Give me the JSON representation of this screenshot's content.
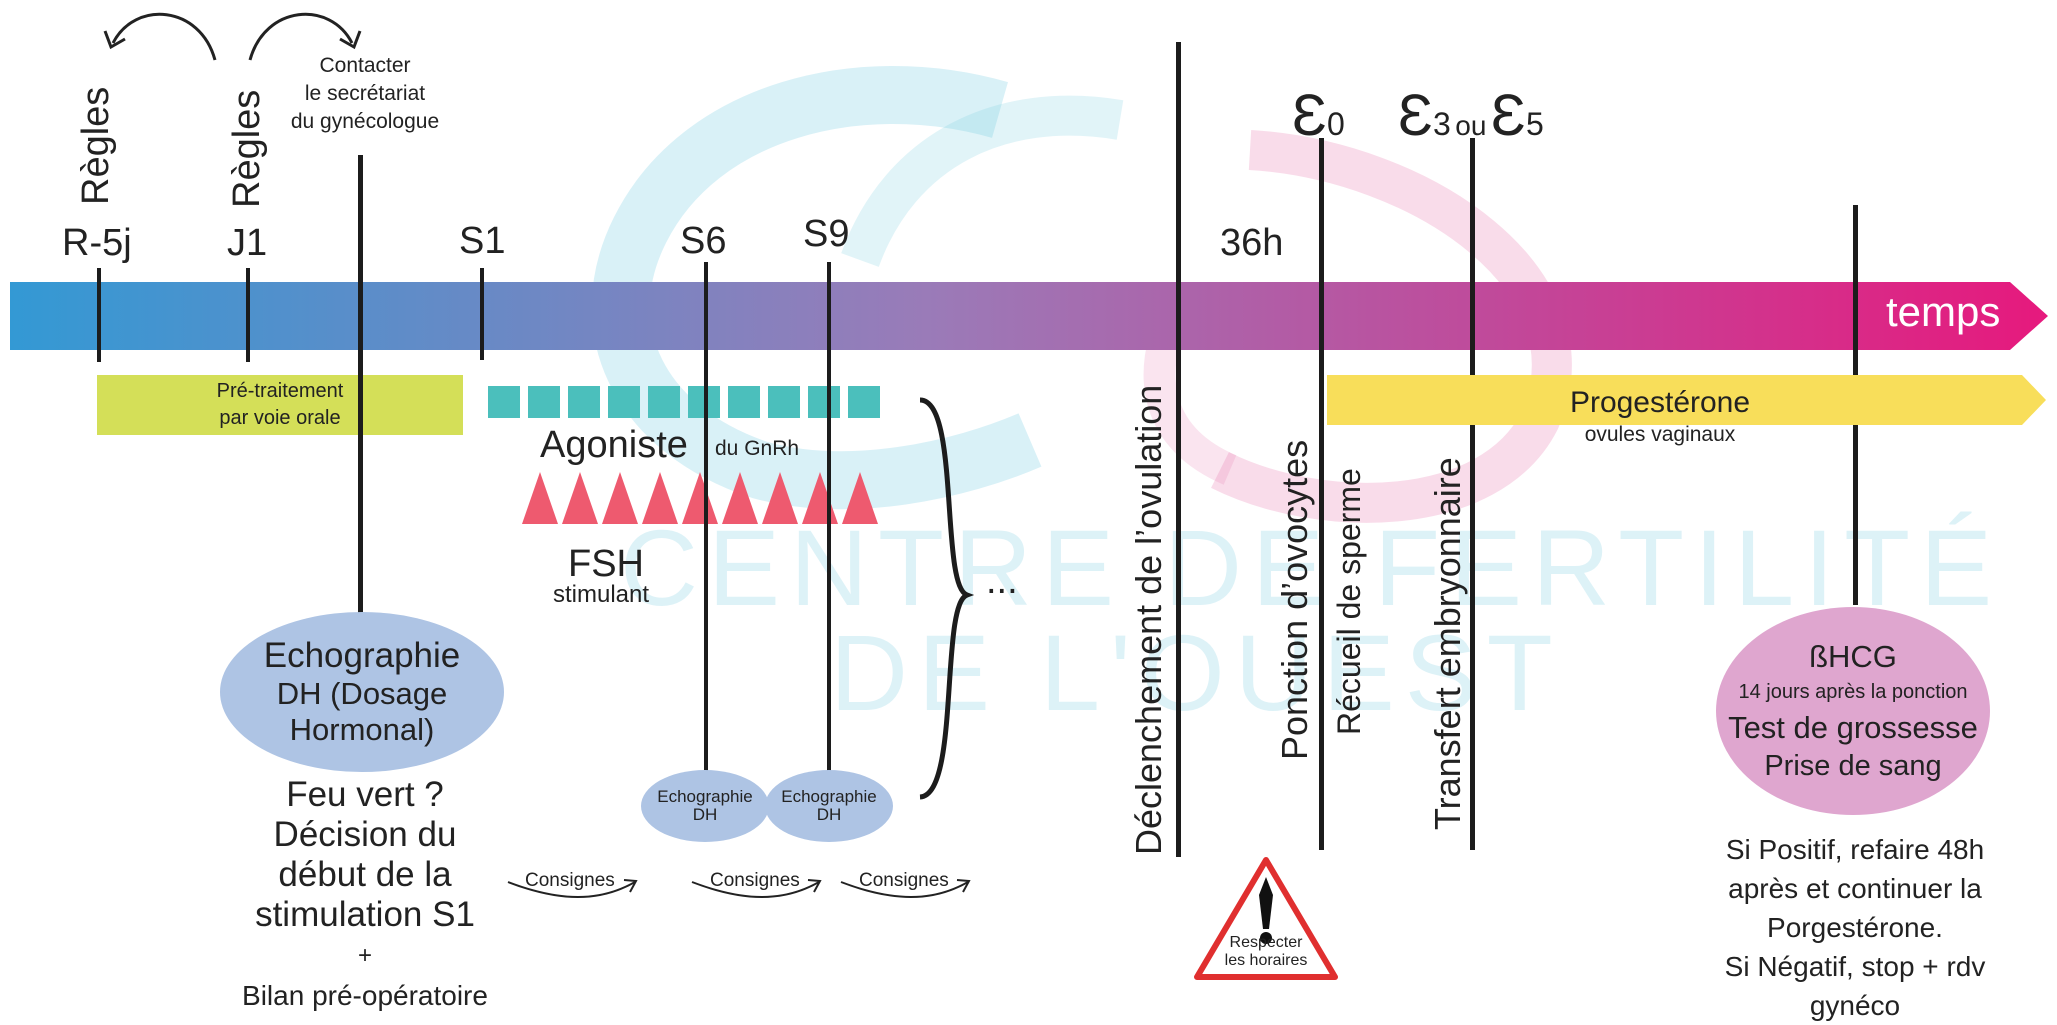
{
  "top": {
    "regles_1": "Règles",
    "regles_2": "Règles",
    "contact": [
      "Contacter",
      "le secrétariat",
      "du gynécologue"
    ]
  },
  "ticks": {
    "r5j": "R-5j",
    "j1": "J1",
    "s1": "S1",
    "s6": "S6",
    "s9": "S9",
    "h36": "36h"
  },
  "epsilon": {
    "e0_sym": "Ɛ",
    "e0_sub": "0",
    "e3_sym": "Ɛ",
    "e3_sub": "3",
    "ou": "ou",
    "e5_sym": "Ɛ",
    "e5_sub": "5"
  },
  "timeline": {
    "label": "temps",
    "color_start": "#3399d4",
    "color_mid": "#9a7bb8",
    "color_end": "#e6197d"
  },
  "pretreatment": {
    "line1": "Pré-traitement",
    "line2": "par voie orale",
    "color": "#d4df58"
  },
  "agonist": {
    "label": "Agoniste",
    "sub": "du GnRh",
    "color": "#4bbfbc"
  },
  "fsh": {
    "label": "FSH",
    "sub": "stimulant",
    "color": "#ee5a6f"
  },
  "ellipsis": "...",
  "progesterone": {
    "label": "Progestérone",
    "sub": "ovules vaginaux",
    "color": "#f8de5a"
  },
  "vertical_labels": {
    "declenchement": "Déclenchement de l’ovulation",
    "ponction": "Ponction d’ovocytes",
    "recueil": "Récueil de sperme",
    "transfert": "Transfert embryonnaire"
  },
  "echo_main": {
    "line1": "Echographie",
    "line2": "DH (Dosage",
    "line3": "Hormonal)",
    "color": "#aec4e4"
  },
  "feu_vert": [
    "Feu vert ?",
    "Décision du",
    "début de la",
    "stimulation S1"
  ],
  "plus": "+",
  "bilan": "Bilan pré-opératoire",
  "echo_small": {
    "line1": "Echographie",
    "line2": "DH"
  },
  "consignes": "Consignes",
  "warning": {
    "line1": "Respecter",
    "line2": "les horaires",
    "color": "#e02f2f"
  },
  "bhcg": {
    "title": "ßHCG",
    "line1": "14 jours après la ponction",
    "line2": "Test de grossesse",
    "line3": "Prise de sang",
    "color": "#dfa6cf"
  },
  "result": [
    "Si Positif, refaire 48h",
    "après et continuer la",
    "Porgestérone.",
    "Si Négatif, stop + rdv",
    "gynéco"
  ],
  "watermark": {
    "line1": "CENTRE DE FERTILITÉ",
    "line2": "DE L'OUEST"
  }
}
